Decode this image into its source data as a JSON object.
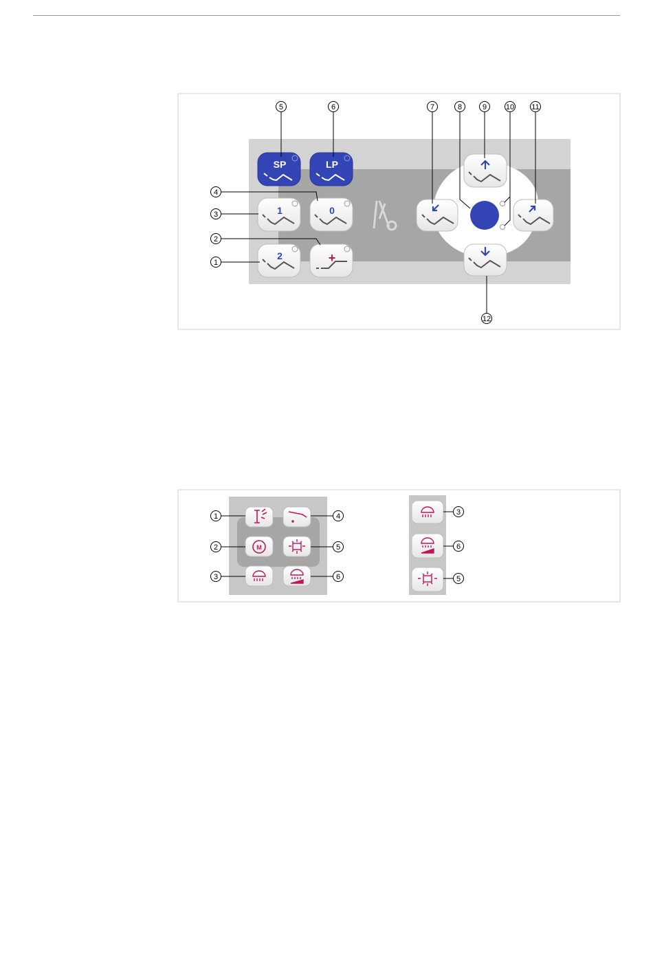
{
  "figure1": {
    "callouts": [
      "1",
      "2",
      "3",
      "4",
      "5",
      "6",
      "7",
      "8",
      "9",
      "10",
      "11",
      "12"
    ],
    "keys": {
      "sp_label": "SP",
      "lp_label": "LP",
      "key1_label": "1",
      "key0_label": "0",
      "key2_label": "2",
      "plus_label": "+"
    },
    "colors": {
      "blue": "#3344b5",
      "magenta": "#c0155a",
      "panel_light": "#d3d3d3",
      "panel_dark": "#a6a6a6"
    }
  },
  "figure2": {
    "left_callouts": [
      "1",
      "2",
      "3"
    ],
    "right_callouts": [
      "4",
      "5",
      "6"
    ],
    "icons": [
      "spray-icon",
      "motor-reverse-icon",
      "light-icon",
      "handpiece-icon",
      "lamp-icon",
      "light-dim-icon"
    ],
    "motor_letter": "M"
  },
  "figure3": {
    "callouts": [
      "3",
      "6",
      "5"
    ],
    "icons": [
      "light-icon",
      "light-dim-icon",
      "lamp-icon"
    ]
  }
}
